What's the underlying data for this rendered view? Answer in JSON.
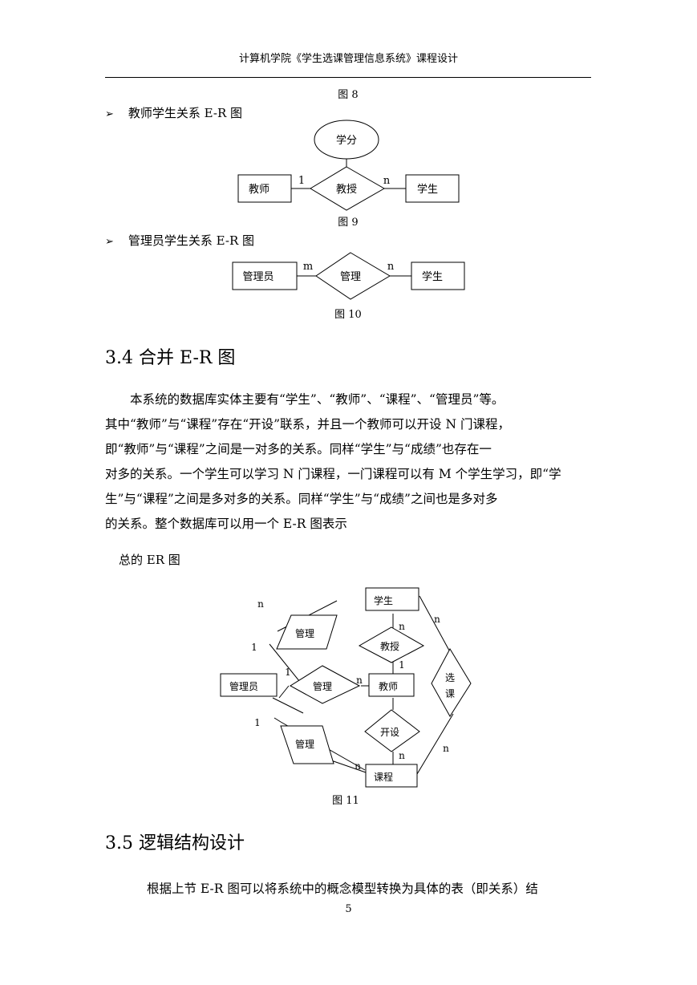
{
  "header": {
    "title": "计算机学院《学生选课管理信息系统》课程设计"
  },
  "captions": {
    "fig8": "图 8",
    "fig9": "图 9",
    "fig10": "图 10",
    "fig11": "图 11"
  },
  "bullets": {
    "b1": "教师学生关系 E-R 图",
    "b2": "管理员学生关系 E-R 图",
    "mark": "➢"
  },
  "diagram9": {
    "attr": "学分",
    "left": "教师",
    "rel": "教授",
    "right": "学生",
    "card_left": "1",
    "card_right": "n"
  },
  "diagram10": {
    "left": "管理员",
    "rel": "管理",
    "right": "学生",
    "card_left": "m",
    "card_right": "n"
  },
  "section34": {
    "title": "3.4 合并 E-R 图",
    "p1": "本系统的数据库实体主要有“学生”、“教师”、“课程”、“管理员”等。",
    "p2": "其中“教师”与“课程”存在“开设”联系，并且一个教师可以开设 N 门课程，",
    "p3": "即“教师”与“课程”之间是一对多的关系。同样“学生”与“成绩”也存在一",
    "p4": "对多的关系。一个学生可以学习 N 门课程，一门课程可以有 M 个学生学习，即“学",
    "p5": "生”与“课程”之间是多对多的关系。同样“学生”与“成绩”之间也是多对多",
    "p6": "的关系。整个数据库可以用一个 E-R 图表示",
    "sub": "总的 ER 图"
  },
  "diagram11": {
    "student": "学生",
    "teacher": "教师",
    "admin": "管理员",
    "course": "课程",
    "teach": "教授",
    "manage_top": "管理",
    "manage_mid": "管理",
    "manage_bot": "管理",
    "open": "开设",
    "select_1": "选",
    "select_2": "课",
    "c_n_topleft": "n",
    "c_1_topleft": "1",
    "c_1_mid": "1",
    "c_n_mid": "n",
    "c_1_botleft": "1",
    "c_n_botleft": "n",
    "c_n_teach_top": "n",
    "c_1_teach_bot": "1",
    "c_n_open_bot": "n",
    "c_n_sel_top": "n",
    "c_n_sel_bot": "n"
  },
  "section35": {
    "title": "3.5 逻辑结构设计",
    "p1": "根据上节 E-R 图可以将系统中的概念模型转换为具体的表（即关系）结"
  },
  "footer": {
    "page_number": "5"
  }
}
